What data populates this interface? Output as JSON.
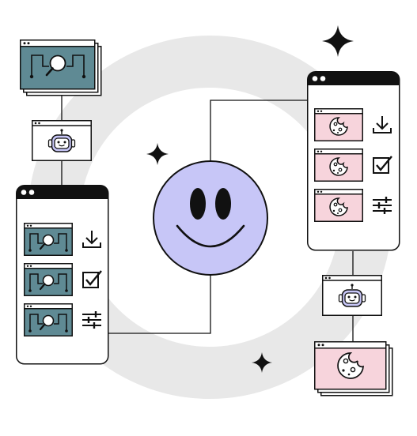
{
  "colors": {
    "ink": "#111111",
    "ring": "#e8e8e8",
    "lavender": "#c7c6f7",
    "teal": "#5f8a94",
    "pink": "#f7d4dc",
    "white": "#ffffff"
  },
  "icons": {
    "smiley": "smiley-face-icon",
    "robot": "robot-icon",
    "search": "magnifier-search-icon",
    "cookie": "cookie-icon",
    "download": "download-icon",
    "check": "checkbox-check-icon",
    "sliders": "sliders-settings-icon",
    "sparkle": "sparkle-star-icon"
  },
  "left_panel": {
    "rows": [
      {
        "thumb": "search-window",
        "action": "download"
      },
      {
        "thumb": "search-window",
        "action": "check"
      },
      {
        "thumb": "search-window",
        "action": "sliders"
      }
    ]
  },
  "right_panel": {
    "rows": [
      {
        "thumb": "cookie-window",
        "action": "download"
      },
      {
        "thumb": "cookie-window",
        "action": "check"
      },
      {
        "thumb": "cookie-window",
        "action": "sliders"
      }
    ]
  }
}
